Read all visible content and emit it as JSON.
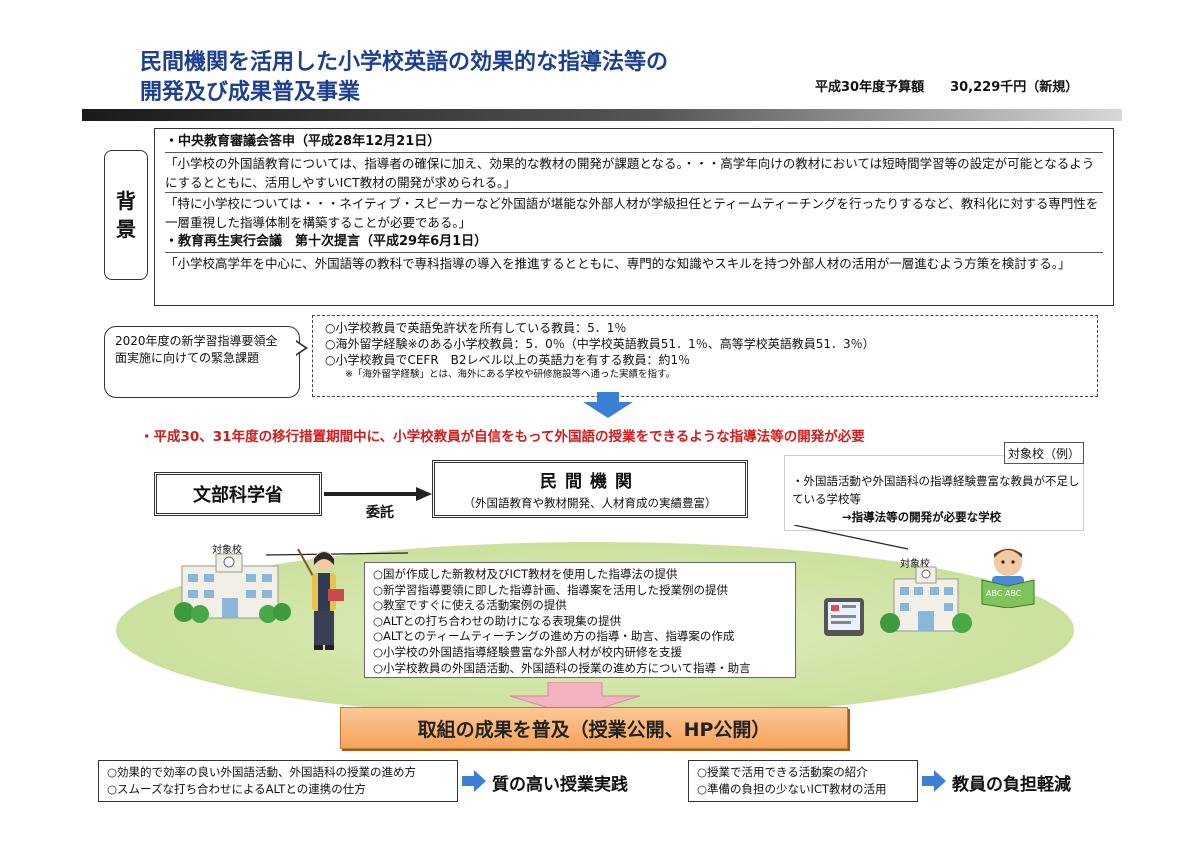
{
  "header": {
    "title_line1": "民間機関を活用した小学校英語の効果的な指導法等の",
    "title_line2": "開発及び成果普及事業",
    "budget_label": "平成30年度予算額",
    "budget_value": "30,229千円（新規）"
  },
  "background": {
    "label_char1": "背",
    "label_char2": "景",
    "heading1": "・中央教育審議会答申（平成28年12月21日）",
    "quote1a": "「小学校の外国語教育については、指導者の確保に加え、効果的な教材の開発が課題となる。・・・高学年向けの教材においては短時間学習等の設定が可能となるようにするとともに、活用しやすいICT教材の開発が求められる。」",
    "quote1b": "「特に小学校については・・・ネイティブ・スピーカーなど外国語が堪能な外部人材が学級担任とティームティーチングを行ったりするなど、教科化に対する専門性を一層重視した指導体制を構築することが必要である。」",
    "heading2": "・教育再生実行会議　第十次提言（平成29年6月1日）",
    "quote2": "「小学校高学年を中心に、外国語等の教科で専科指導の導入を推進するとともに、専門的な知識やスキルを持つ外部人材の活用が一層進むよう方策を検討する。」"
  },
  "urgent": {
    "callout": "2020年度の新学習指導要領全面実施に向けての緊急課題",
    "stat1": "○小学校教員で英語免許状を所有している教員：5．1％",
    "stat2": "○海外留学経験※のある小学校教員：5．0％（中学校英語教員51．1％、高等学校英語教員51．3％）",
    "stat3": "○小学校教員でCEFR　B2レベル以上の英語力を有する教員：約1％",
    "note": "※「海外留学経験」とは、海外にある学校や研修施設等へ通った実績を指す。"
  },
  "need": "・平成30、31年度の移行措置期間中に、小学校教員が自信をもって外国語の授業をできるような指導法等の開発が必要",
  "flow": {
    "mext": "文部科学省",
    "commission": "委託",
    "private_title": "民間機関",
    "private_sub": "（外国語教育や教材開発、人材育成の実績豊富）",
    "target_tag": "対象校（例）",
    "target_desc": "・外国語活動や外国語科の指導経験豊富な教員が不足している学校等",
    "target_arrow": "→指導法等の開発が必要な学校",
    "school_label_left": "対象校",
    "school_label_right": "対象校",
    "book_text": "ABC ABC"
  },
  "methods": [
    "○国が作成した新教材及びICT教材を使用した指導法の提供",
    "○新学習指導要領に即した指導計画、指導案を活用した授業例の提供",
    "○教室ですぐに使える活動案例の提供",
    "○ALTとの打ち合わせの助けになる表現集の提供",
    "○ALTとのティームティーチングの進め方の指導・助言、指導案の作成",
    "○小学校の外国語指導経験豊富な外部人材が校内研修を支援",
    "○小学校教員の外国語活動、外国語科の授業の進め方について指導・助言"
  ],
  "result": "取組の成果を普及（授業公開、HP公開）",
  "bottom": {
    "left1": "○効果的で効率の良い外国語活動、外国語科の授業の進め方",
    "left2": "○スムーズな打ち合わせによるALTとの連携の仕方",
    "left_out": "質の高い授業実践",
    "right1": "○授業で活用できる活動案の紹介",
    "right2": "○準備の負担の少ないICT教材の活用",
    "right_out": "教員の負担軽減"
  },
  "colors": {
    "title_blue": "#1d3f8f",
    "need_red": "#d21c1c",
    "arrow_blue": "#3d7fd6",
    "result_orange": "#f6a35a",
    "ellipse_green": "#cfe3a3"
  }
}
